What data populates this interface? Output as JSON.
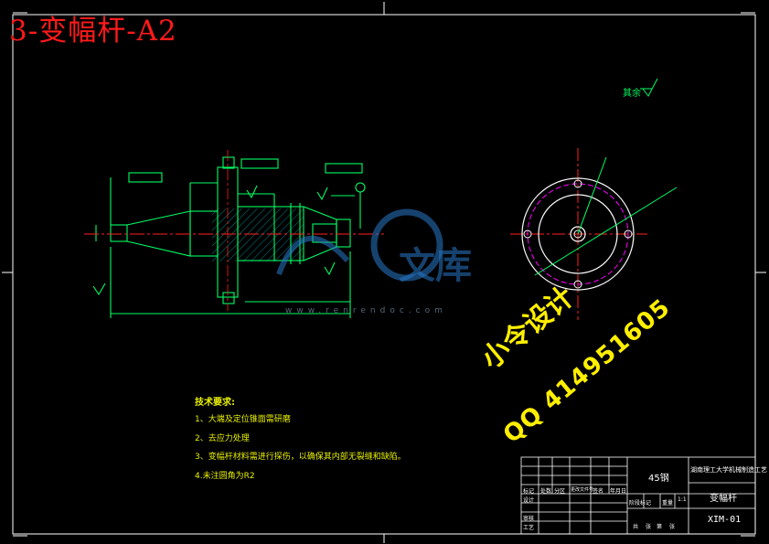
{
  "title": "3-变幅杆-A2",
  "drawing": {
    "rough_label": "其余",
    "colors": {
      "outline": "#00ff66",
      "dimension": "#00ff66",
      "center_line": "#ff2020",
      "hatch": "#00ffff",
      "circle": "#ffffff",
      "bolt_circle": "#ff00ff",
      "frame": "#ffffff"
    }
  },
  "tech_requirements": {
    "heading": "技术要求:",
    "items": [
      "1、大端及定位锥面需研磨",
      "2、去应力处理",
      "3、变幅杆材料需进行探伤，以确保其内部无裂缝和缺陷。",
      "4.未注圆角为R2"
    ]
  },
  "watermark": {
    "cn": "小令设计",
    "qq": "QQ 414951605",
    "brand": "文库",
    "url": "www.renrendoc.com"
  },
  "title_block": {
    "material": "45钢",
    "school": "湖南理工大学机械制造工艺",
    "part_name": "变幅杆",
    "drawing_no": "XIM-01",
    "scale": "1:1",
    "rows": [
      "标记",
      "处数",
      "分区",
      "更改文件号",
      "签名",
      "年月日"
    ],
    "roles": [
      "设计",
      "审核",
      "工艺"
    ],
    "stages": [
      "阶段标记",
      "重量",
      "比例"
    ],
    "sheets": [
      "共",
      "张",
      "第",
      "张"
    ]
  }
}
